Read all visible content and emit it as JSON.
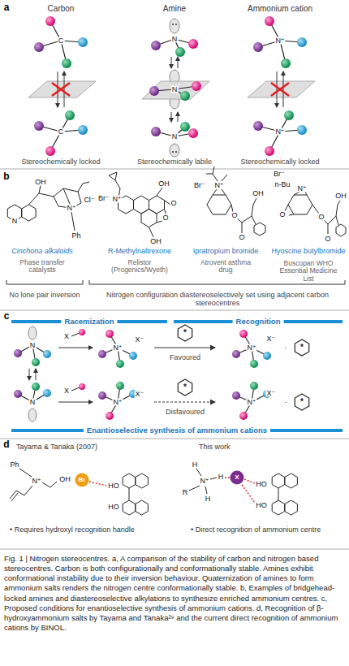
{
  "diagram": {
    "caption": "Fig. 1 | Nitrogen stereocentres. a, A comparison of the stability of carbon and nitrogen based stereocentres. Carbon is both configurationally and conformationally stable. Amines exhibit conformational instability due to their inversion behaviour. Quaternization of amines to form ammonium salts renders the nitrogen centre conformationally stable. b, Examples of bridgehead-locked amines and diastereoselective alkylations to synthesize enriched ammonium centres. c, Proposed conditions for enantioselective synthesis of ammonium cations. d, Recognition of β-hydroxyammonium salts by Tayama and Tanaka²⁹ and the current direct recognition of ammonium cations by BINOL.",
    "nodes": [
      {
        "text": [
          "*"
        ]
      },
      {
        "text": [
          "*"
        ]
      },
      {
        "text": [
          "*"
        ]
      },
      {
        "text": [
          "*"
        ]
      },
      {
        "text": [
          "Br"
        ]
      },
      {
        "text": [
          "X"
        ]
      }
    ],
    "labels": [
      "a",
      "Carbon",
      "Amine",
      "Ammonium cation",
      "C",
      "C",
      "N",
      "N",
      "N",
      "N⁺",
      "N⁺",
      "Stereochemically locked",
      "Stereochemically labile",
      "Stereochemically locked",
      "b",
      "N",
      "OH",
      "N⁺",
      "Cl⁻",
      "Ph",
      "Br⁻",
      "N⁺",
      "OH",
      "O",
      "O",
      "OH",
      "Br⁻",
      "N⁺",
      "O",
      "O",
      "OH",
      "Br⁻",
      "n-Bu",
      "N⁺",
      "O",
      "O",
      "O",
      "OH",
      "Cinchona alkaloids",
      "Phase transfer catalysts",
      "R-Methylnaltrexone",
      "Relistor (Progenics/Wyeth)",
      "Ipratropium bromide",
      "Atrovent asthma drug",
      "Hyoscine butylbromide",
      "Buscopan WHO Essential Medicine List",
      "No lone pair inversion",
      "Nitrogen configuration diastereoselectively set using adjacent carbon stereocentres",
      "c",
      "Racemization",
      "Recognition",
      "N",
      "X",
      "N⁺",
      "X⁻",
      "Favoured",
      "N⁺",
      "X⁻",
      "·",
      "N",
      "X",
      "N⁺",
      "X⁻",
      "Disfavoured",
      "N⁺",
      "X⁻",
      "·",
      "Enantioselective synthesis of ammonium cations",
      "d",
      "Tayama & Tanaka (2007)",
      "This work",
      "Ph",
      "N⁺",
      "OH",
      "HO",
      "HO",
      "• Requires hydroxyl recognition handle",
      "H",
      "N⁺",
      "H",
      "H",
      "R",
      "HO",
      "HO",
      "• Direct recognition of ammonium centre"
    ]
  }
}
